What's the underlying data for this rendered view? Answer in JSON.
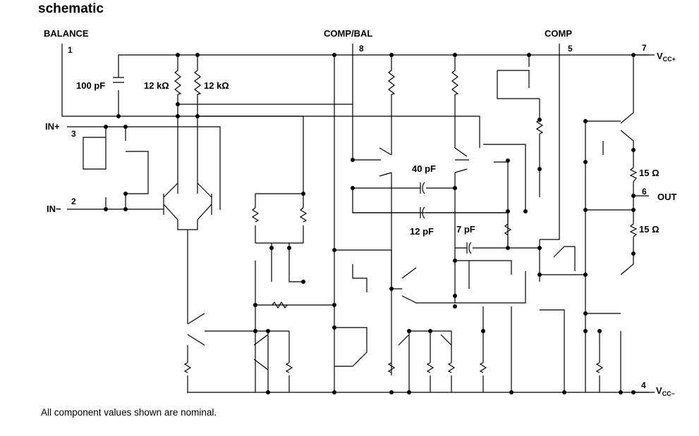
{
  "title": "schematic",
  "note": "All component values shown are nominal.",
  "pins": {
    "balance": {
      "label": "BALANCE",
      "number": "1"
    },
    "comp_bal": {
      "label": "COMP/BAL",
      "number": "8"
    },
    "comp": {
      "label": "COMP",
      "number": "5"
    },
    "vcc_plus": {
      "label": "V",
      "sub": "CC+",
      "number": "7"
    },
    "in_plus": {
      "label": "IN+",
      "number": "3"
    },
    "in_minus": {
      "label": "IN−",
      "number": "2"
    },
    "out": {
      "label": "OUT",
      "number": "6"
    },
    "vcc_minus": {
      "label": "V",
      "sub": "CC−",
      "number": "4"
    }
  },
  "components": {
    "cap_100pf": "100 pF",
    "res_12k_a": "12 kΩ",
    "res_12k_b": "12 kΩ",
    "cap_40pf": "40 pF",
    "cap_12pf": "12 pF",
    "cap_7pf": "7 pF",
    "res_15_a": "15 Ω",
    "res_15_b": "15 Ω"
  }
}
